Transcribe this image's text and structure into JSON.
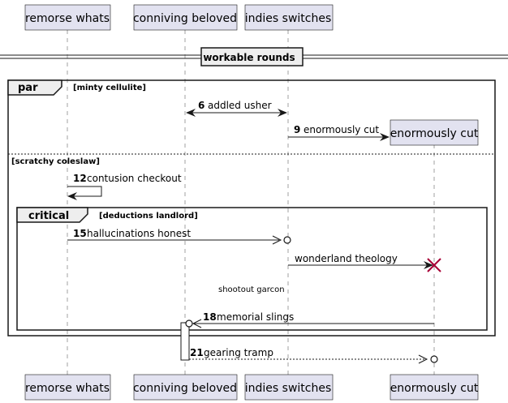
{
  "participants": {
    "remorse": "remorse whats",
    "conniving": "conniving beloved",
    "indies": "indies switches",
    "enormously": "enormously cut"
  },
  "divider": {
    "label": "workable rounds"
  },
  "par_frame": {
    "keyword": "par",
    "condition": "[minty cellulite]",
    "else_condition": "[scratchy coleslaw]"
  },
  "critical_frame": {
    "keyword": "critical",
    "condition": "[deductions landlord]"
  },
  "messages": {
    "m6": {
      "num": "6",
      "text": "addled usher"
    },
    "m9": {
      "num": "9",
      "text": "enormously cut"
    },
    "m12": {
      "num": "12",
      "text": "contusion checkout"
    },
    "m15": {
      "num": "15",
      "text": "hallucinations honest"
    },
    "m_wonder": {
      "text": "wonderland theology"
    },
    "m18": {
      "num": "18",
      "text": "memorial slings"
    },
    "m21": {
      "num": "21",
      "text": "gearing tramp"
    }
  },
  "delay": {
    "text": "shootout garcon"
  },
  "colors": {
    "participant_fill": "#e2e2f0",
    "participant_border": "#181818",
    "lifeline": "#a0a0a0",
    "destroy": "#a80036"
  }
}
